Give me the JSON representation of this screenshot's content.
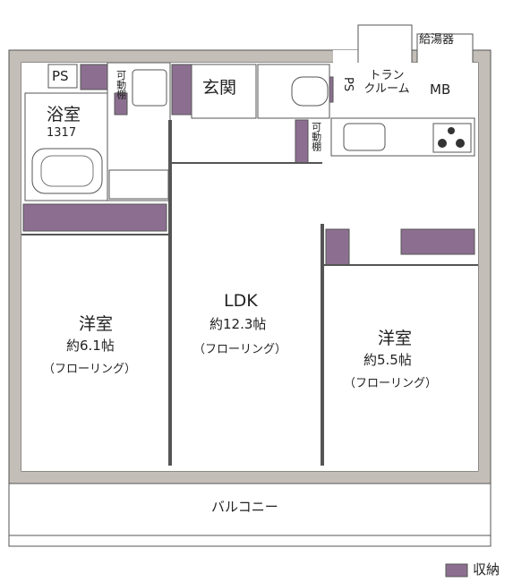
{
  "rooms": {
    "ldk": {
      "name": "LDK",
      "area": "約12.3帖",
      "floor": "（フローリング）"
    },
    "western1": {
      "name": "洋室",
      "area": "約6.1帖",
      "floor": "（フローリング）"
    },
    "western2": {
      "name": "洋室",
      "area": "約5.5帖",
      "floor": "（フローリング）"
    },
    "bath": {
      "name": "浴室",
      "size": "1317"
    },
    "entrance": {
      "name": "玄関"
    },
    "trunk_room": {
      "name": "トランクルーム"
    },
    "balcony": {
      "name": "バルコニー"
    }
  },
  "labels": {
    "ps_top": "PS",
    "ps_side": "PS",
    "movable_shelf_1": "可動棚",
    "movable_shelf_2": "可動棚",
    "water_heater": "給湯器",
    "meter_box": "MB"
  },
  "legend": {
    "storage": "収納"
  },
  "colors": {
    "storage": "#8c6f90",
    "wall": "#c4beb8",
    "line": "#333333"
  }
}
